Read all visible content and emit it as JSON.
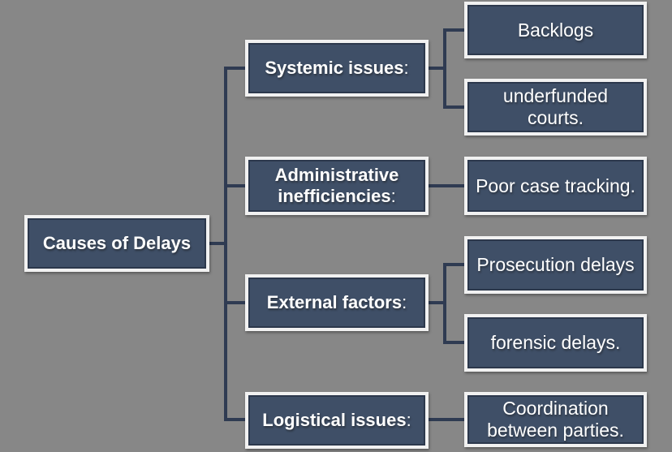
{
  "diagram": {
    "type": "hierarchy",
    "colors": {
      "background": "#878787",
      "node_fill": "#3F4F67",
      "node_border": "#F1F1F1",
      "connector": "#2F3B52",
      "text": "#FFFFFF"
    },
    "tree": {
      "root": {
        "label": "Causes of Delays"
      },
      "branches": [
        {
          "label": "Systemic issues",
          "suffix": ":",
          "children": [
            {
              "label": "Backlogs"
            },
            {
              "label": "underfunded\ncourts."
            }
          ]
        },
        {
          "label": "Administrative\ninefficiencies",
          "suffix": ":",
          "children": [
            {
              "label": "Poor case tracking."
            }
          ]
        },
        {
          "label": "External factors",
          "suffix": ":",
          "children": [
            {
              "label": "Prosecution delays"
            },
            {
              "label": "forensic delays."
            }
          ]
        },
        {
          "label": "Logistical issues",
          "suffix": ":",
          "children": [
            {
              "label": "Coordination\nbetween parties."
            }
          ]
        }
      ]
    }
  }
}
